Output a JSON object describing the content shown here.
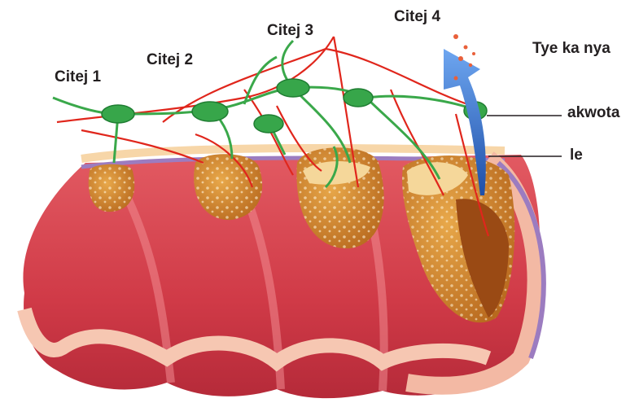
{
  "diagram": {
    "stages": [
      {
        "label": "Citej 1"
      },
      {
        "label": "Citej 2"
      },
      {
        "label": "Citej 3"
      },
      {
        "label": "Citej 4"
      }
    ],
    "callouts": {
      "spread": "Tye ka nya",
      "lymph": "akwota",
      "blood": "le"
    },
    "colors": {
      "lumen_red": "#d8434e",
      "tissue_pink": "#f3b9a4",
      "tumor_orange": "#d48a2c",
      "lymph_green": "#3aa84a",
      "vessel_red": "#e0261c",
      "arrow_blue": "#2f6fd1",
      "lining_purple": "#9c7cc0"
    }
  }
}
